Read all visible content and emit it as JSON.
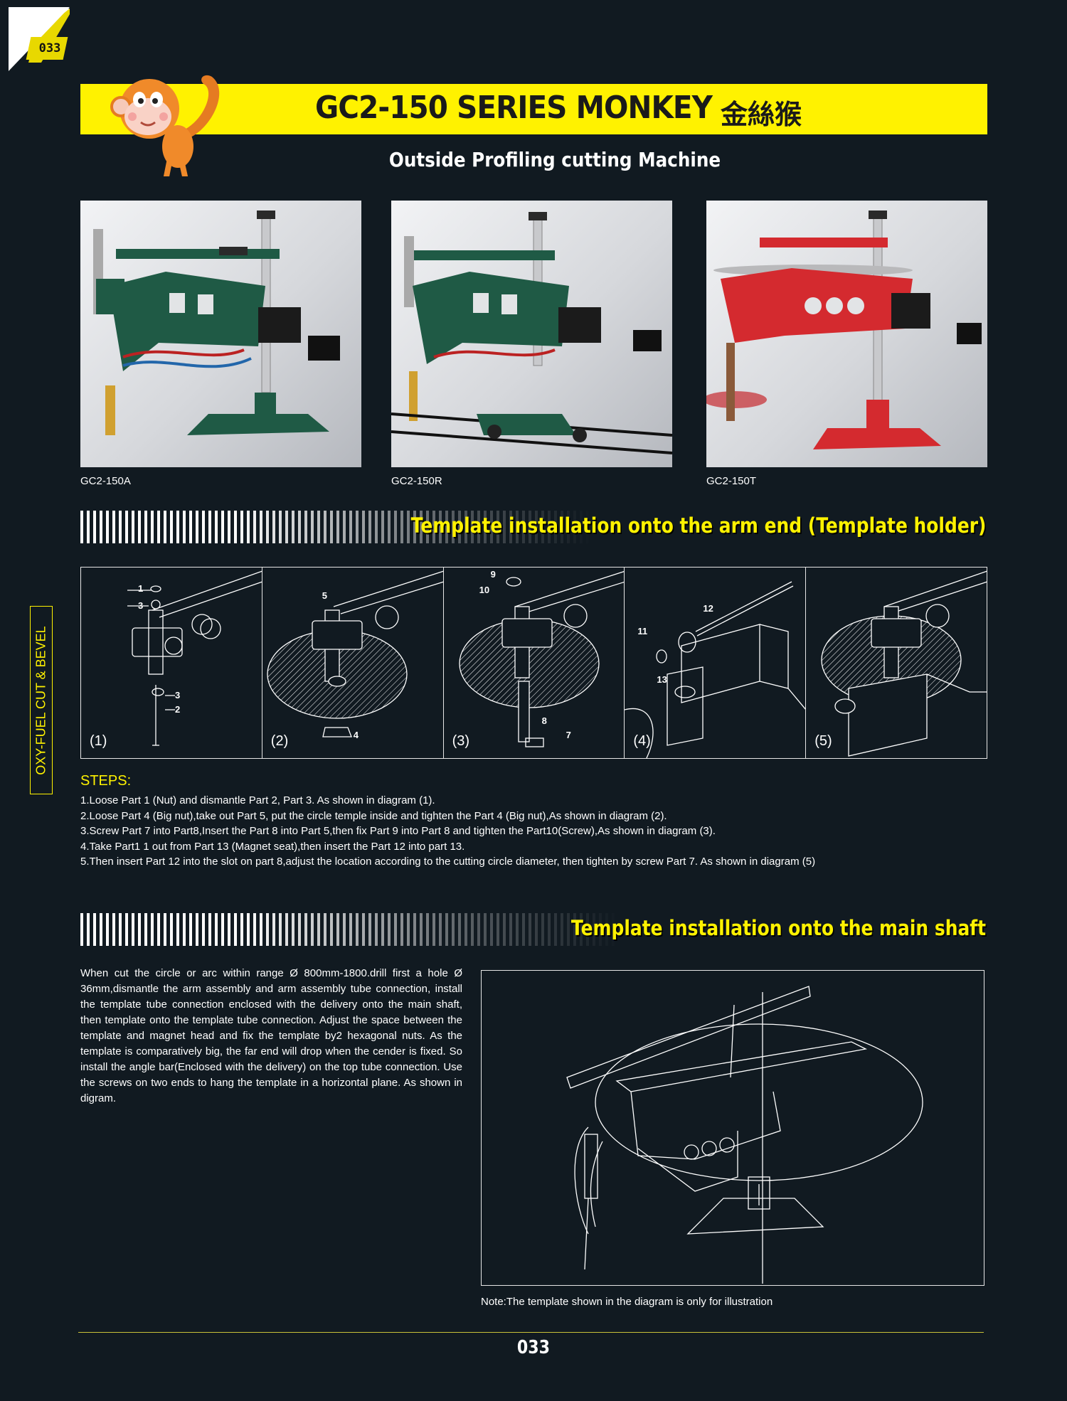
{
  "page": {
    "corner_number": "033",
    "footer_number": "033",
    "side_label": "OXY-FUEL CUT & BEVEL"
  },
  "header": {
    "title": "GC2-150 SERIES MONKEY",
    "title_cn": "金絲猴",
    "subtitle": "Outside Profiling cutting Machine",
    "banner_color": "#fff200"
  },
  "products": [
    {
      "caption": "GC2-150A",
      "color": "#1f5a45"
    },
    {
      "caption": "GC2-150R",
      "color": "#1f5a45"
    },
    {
      "caption": "GC2-150T",
      "color": "#d42a2f"
    }
  ],
  "section1": {
    "title": "Template installation onto the arm end (Template holder)"
  },
  "diagrams": [
    {
      "label": "(1)",
      "parts": [
        "1",
        "3",
        "3",
        "2"
      ]
    },
    {
      "label": "(2)",
      "parts": [
        "5",
        "4"
      ]
    },
    {
      "label": "(3)",
      "parts": [
        "9",
        "10",
        "8",
        "7"
      ]
    },
    {
      "label": "(4)",
      "parts": [
        "12",
        "11",
        "13"
      ]
    },
    {
      "label": "(5)",
      "parts": []
    }
  ],
  "steps": {
    "title": "STEPS:",
    "items": [
      "1.Loose Part 1 (Nut) and dismantle Part 2, Part 3. As shown in diagram (1).",
      "2.Loose Part 4 (Big nut),take out Part 5, put the circle temple inside and tighten the Part 4 (Big nut),As shown in diagram (2).",
      "3.Screw Part 7 into Part8,Insert the Part 8 into Part 5,then fix Part 9 into Part 8 and tighten the Part10(Screw),As shown in diagram (3).",
      "4.Take Part1 1 out from Part 13 (Magnet seat),then insert the Part 12 into part 13.",
      "5.Then insert Part 12 into the slot on part 8,adjust the location according to the cutting circle diameter, then tighten by screw Part 7. As shown in diagram (5)"
    ]
  },
  "section2": {
    "title": "Template installation onto the main shaft",
    "body": "When cut the circle or arc within range Ø 800mm-1800.drill first a hole Ø 36mm,dismantle the arm assembly and arm assembly tube connection, install the template tube connection enclosed with the delivery onto the main shaft, then template onto the template tube connection. Adjust the space between the template and magnet head and fix the template by2 hexagonal nuts. As the template is comparatively big, the far end will drop when the cender is fixed. So install the angle bar(Enclosed with the delivery)  on the top tube connection. Use the screws on two ends to hang the template in a horizontal plane. As shown in digram.",
    "note": "Note:The template shown in the diagram is only for illustration"
  }
}
